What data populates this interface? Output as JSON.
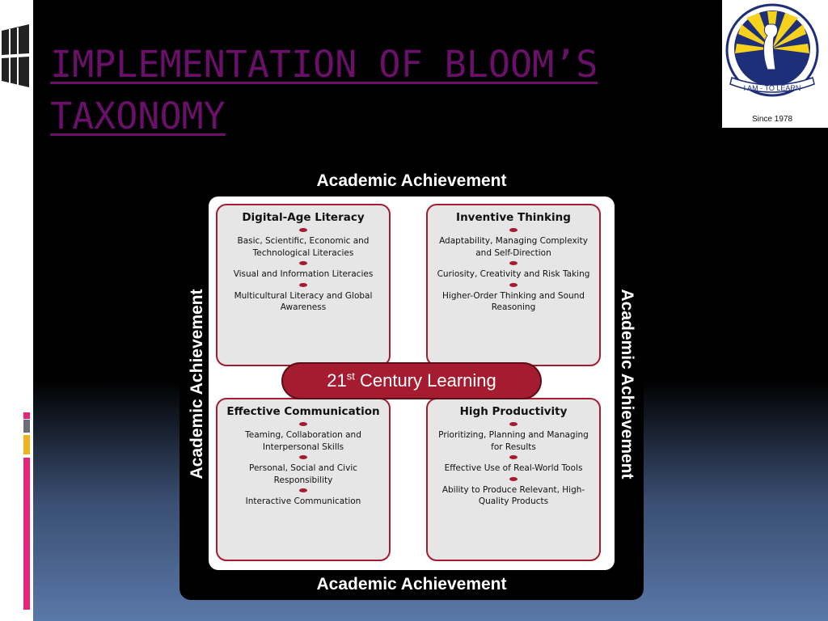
{
  "slide": {
    "title": "IMPLEMENTATION OF BLOOM’S TAXONOMY",
    "colors": {
      "title": "#6a0f6a",
      "accent": "#a51c30",
      "deco_pink": "#e8247a",
      "deco_gold": "#f2b318",
      "logo_blue": "#1e2f7a",
      "logo_yellow": "#f7d21c"
    }
  },
  "logo": {
    "motto": "I AM - TO LEARN",
    "since": "Since 1978",
    "icon": "school-crest-icon"
  },
  "diagram": {
    "border_label": "Academic Achievement",
    "center": {
      "base": "21",
      "sup": "st",
      "rest": " Century Learning"
    },
    "quadrants": [
      {
        "title": "Digital-Age Literacy",
        "items": [
          "Basic, Scientific, Economic and Technological Literacies",
          "Visual and Information Literacies",
          "Multicultural Literacy and Global Awareness"
        ]
      },
      {
        "title": "Inventive Thinking",
        "items": [
          "Adaptability, Managing Complexity and Self-Direction",
          "Curiosity, Creativity and Risk Taking",
          "Higher-Order Thinking and Sound Reasoning"
        ]
      },
      {
        "title": "Effective Communication",
        "items": [
          "Teaming, Collaboration and Interpersonal Skills",
          "Personal, Social and Civic Responsibility",
          "Interactive Communication"
        ]
      },
      {
        "title": "High Productivity",
        "items": [
          "Prioritizing, Planning and Managing for Results",
          "Effective Use of Real-World Tools",
          "Ability to Produce Relevant, High-Quality Products"
        ]
      }
    ]
  }
}
